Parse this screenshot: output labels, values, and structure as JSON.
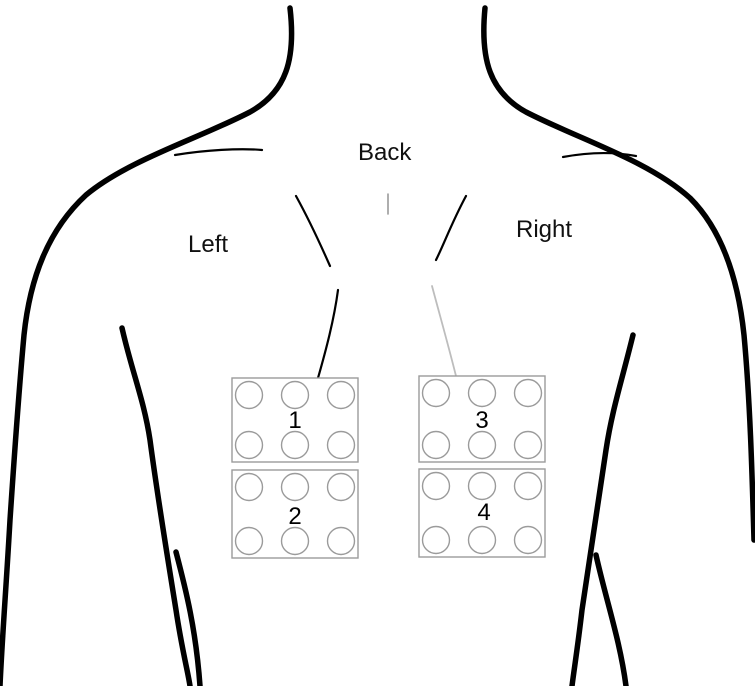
{
  "labels": {
    "back": "Back",
    "left": "Left",
    "right": "Right"
  },
  "pads": [
    {
      "number": "1",
      "electrodes": 6
    },
    {
      "number": "2",
      "electrodes": 6
    },
    {
      "number": "3",
      "electrodes": 6
    },
    {
      "number": "4",
      "electrodes": 6
    }
  ],
  "colors": {
    "outline": "#000000",
    "pad_border": "#9b9b9b",
    "background": "#ffffff"
  }
}
